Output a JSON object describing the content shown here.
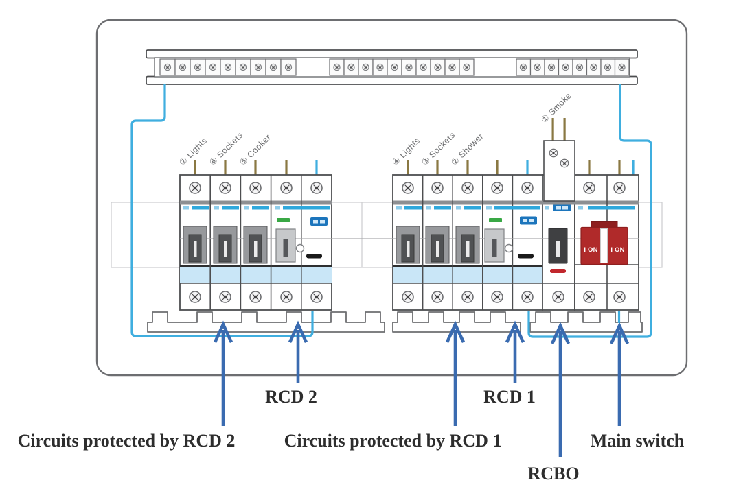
{
  "figure": {
    "name": "Labelled consumer unit (fuse box) diagram",
    "callouts": {
      "circuits_rcd2": "Circuits protected by RCD 2",
      "rcd2": "RCD 2",
      "circuits_rcd1": "Circuits protected by RCD 1",
      "rcd1": "RCD 1",
      "rcbo": "RCBO",
      "main_switch": "Main switch"
    },
    "circuit_labels": [
      {
        "label": "⑦ Lights"
      },
      {
        "label": "⑥ Sockets"
      },
      {
        "label": "⑤ Cooker"
      },
      {
        "label": "④ Lights"
      },
      {
        "label": "③ Sockets"
      },
      {
        "label": "② Shower"
      },
      {
        "label": "① Smoke"
      }
    ],
    "main_switch_markings": {
      "left": "I ON",
      "right": "I ON"
    },
    "colors": {
      "wire_cyan": "#3FAEDF",
      "arrow_blue": "#3A6BB0",
      "switch_red": "#B02A2A",
      "switch_red_dark": "#8E1F1F",
      "neutral_band_blue": "#C9E6F7",
      "indicator_green": "#39A845",
      "rating_chip_blue": "#1C75BC",
      "rcbo_indicator_red": "#C1272D",
      "outline_gray": "#58595B"
    }
  }
}
